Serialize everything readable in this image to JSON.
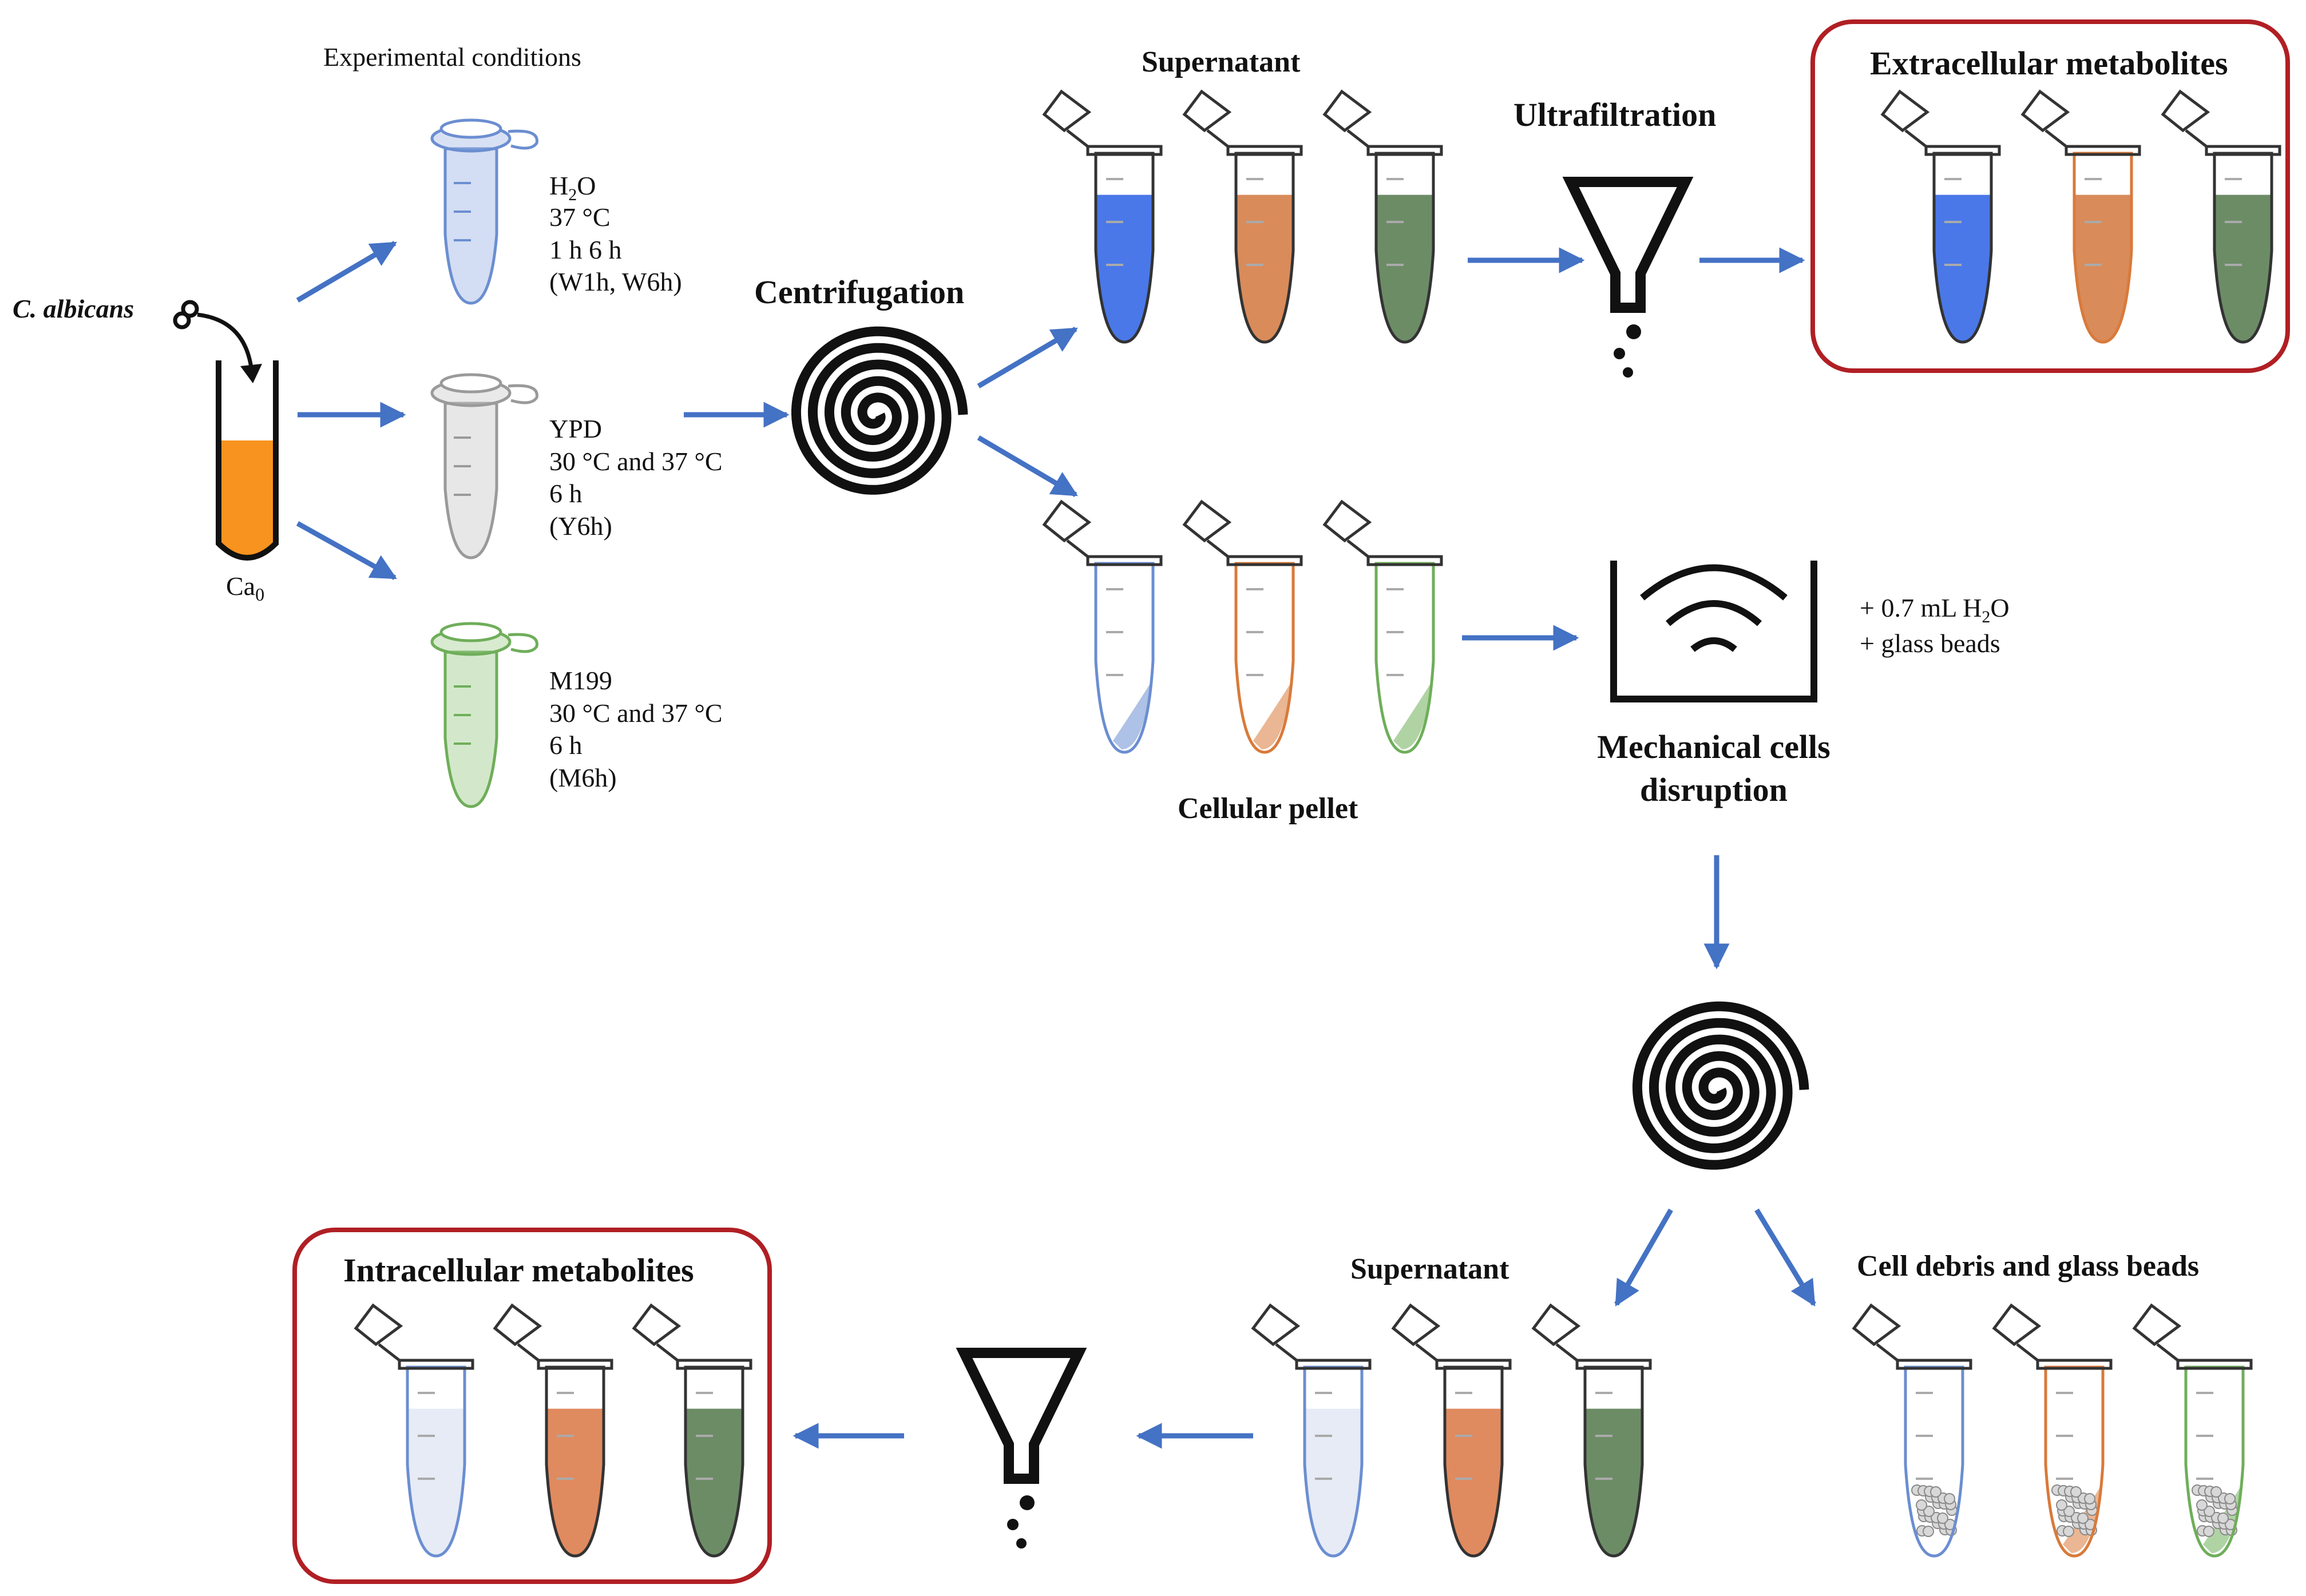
{
  "colors": {
    "arrow": "#4472C4",
    "box_border": "#B01F24",
    "water": "#4A78E8",
    "ypd": "#D98B5A",
    "m199": "#6C8C66",
    "tube_blue": "#6B8ED1",
    "tube_grey": "#9A9A9A",
    "tube_green": "#6FAE5A",
    "tube_orange": "#D97A3A",
    "ca0_fill": "#F7931E"
  },
  "labels": {
    "experimental_conditions": "Experimental conditions",
    "organism": "C. albicans",
    "ca0": {
      "base": "Ca",
      "sub": "0"
    },
    "water": {
      "medium_base": "H",
      "medium_sub": "2",
      "medium_tail": "O",
      "temp": "37 °C",
      "time": "1 h  6 h",
      "code": "(W1h,  W6h)"
    },
    "ypd": {
      "medium": "YPD",
      "temp": "30 °C and 37 °C",
      "time": "6 h",
      "code": "(Y6h)"
    },
    "m199": {
      "medium": "M199",
      "temp": "30 °C and 37 °C",
      "time": "6 h",
      "code": "(M6h)"
    },
    "centrifugation": "Centrifugation",
    "supernatant_top": "Supernatant",
    "ultrafiltration": "Ultrafiltration",
    "extracellular": "Extracellular metabolites",
    "cellular_pellet": "Cellular pellet",
    "mechanical_line1": "Mechanical cells",
    "mechanical_line2": "disruption",
    "additive_line1": {
      "base": "+ 0.7 mL H",
      "sub": "2",
      "tail": "O"
    },
    "additive_line2": "+ glass beads",
    "supernatant_bottom": "Supernatant",
    "debris": "Cell debris and glass beads",
    "intracellular": "Intracellular metabolites"
  },
  "icons": [
    "centrifuge-spiral-icon",
    "filter-funnel-icon",
    "sonicator-bath-icon",
    "yeast-cell-icon",
    "microcentrifuge-tube-icon"
  ]
}
